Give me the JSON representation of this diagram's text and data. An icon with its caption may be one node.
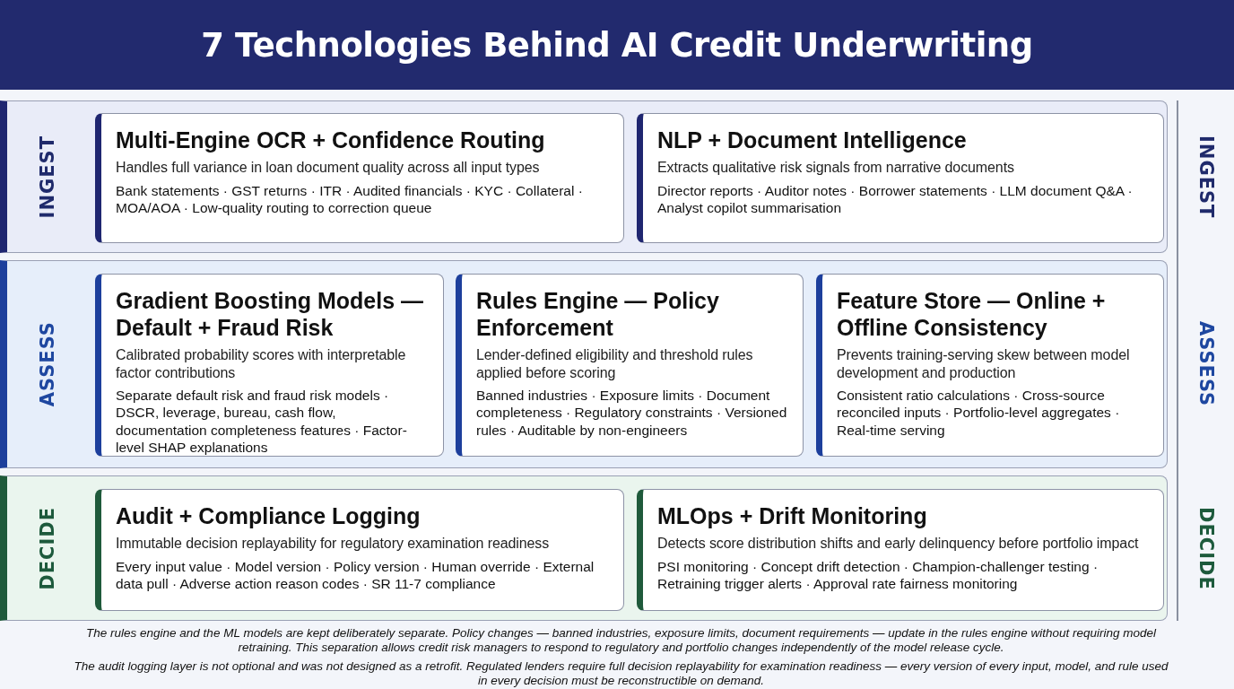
{
  "diagram": {
    "title": "7 Technologies Behind AI Credit Underwriting",
    "nodes": [
      {
        "text": [
          "INGEST"
        ],
        "beside": [
          "INGEST"
        ]
      },
      {
        "text": [
          "Multi-Engine OCR + Confidence Routing",
          "Handles full variance in loan document quality across all input types",
          "Bank statements · GST returns · ITR · Audited financials · KYC · Collateral · MOA/AOA · Low-quality routing to correction queue"
        ],
        "in": 0
      },
      {
        "text": [
          "NLP + Document Intelligence",
          "Extracts qualitative risk signals from narrative documents",
          "Director reports · Auditor notes · Borrower statements · LLM document Q&A · Analyst copilot summarisation"
        ],
        "in": 0
      },
      {
        "text": [
          "ASSESS"
        ],
        "beside": [
          "ASSESS"
        ]
      },
      {
        "text": [
          "Gradient Boosting Models — Default + Fraud Risk",
          "Calibrated probability scores with interpretable factor contributions",
          "Separate default risk and fraud risk models · DSCR, leverage, bureau, cash flow, documentation completeness features · Factor-level SHAP explanations"
        ],
        "in": 3
      },
      {
        "text": [
          "Rules Engine — Policy Enforcement",
          "Lender-defined eligibility and threshold rules applied before scoring",
          "Banned industries · Exposure limits · Document completeness · Regulatory constraints · Versioned rules · Auditable by non-engineers"
        ],
        "in": 3
      },
      {
        "text": [
          "Feature Store — Online + Offline Consistency",
          "Prevents training-serving skew between model development and production",
          "Consistent ratio calculations · Cross-source reconciled inputs · Portfolio-level aggregates · Real-time serving"
        ],
        "in": 3
      },
      {
        "text": [
          "DECIDE"
        ],
        "beside": [
          "DECIDE"
        ]
      },
      {
        "text": [
          "Audit + Compliance Logging",
          "Immutable decision replayability for regulatory examination readiness",
          "Every input value · Model version · Policy version · Human override · External data pull · Adverse action reason codes · SR 11-7 compliance"
        ],
        "in": 7
      },
      {
        "text": [
          "MLOps + Drift Monitoring",
          "Detects score distribution shifts and early delinquency before portfolio impact",
          "PSI monitoring · Concept drift detection · Champion-challenger testing · Retraining trigger alerts · Approval rate fairness monitoring"
        ],
        "in": 7
      }
    ],
    "labels": [
      "The rules engine and the ML models are kept deliberately separate. Policy changes — banned industries, exposure limits, document requirements — update in the rules engine without requiring model retraining. This separation allows credit risk managers to respond to regulatory and portfolio changes independently of the model release cycle.",
      "The audit logging layer is not optional and was not designed as a retrofit. Regulated lenders require full decision replayability for examination readiness — every version of every input, model, and rule used in every decision must be reconstructible on demand."
    ]
  }
}
